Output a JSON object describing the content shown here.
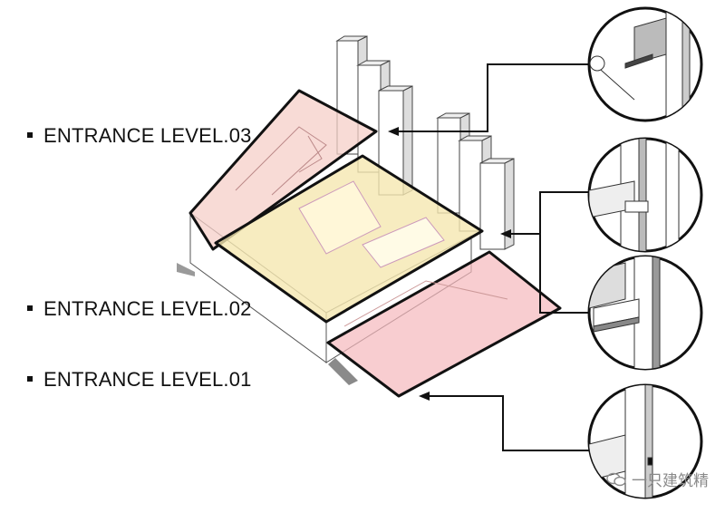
{
  "levels": [
    {
      "label": "ENTRANCE LEVEL.03",
      "fill": "#f6cfc8"
    },
    {
      "label": "ENTRANCE LEVEL.02",
      "fill": "#f5e7b0"
    },
    {
      "label": "ENTRANCE LEVEL.01",
      "fill": "#f5b8bc"
    }
  ],
  "watermark": {
    "text": "一只建筑精"
  },
  "colors": {
    "outline": "#111111",
    "wall": "#ffffff",
    "shadow": "#9a9a9a"
  }
}
